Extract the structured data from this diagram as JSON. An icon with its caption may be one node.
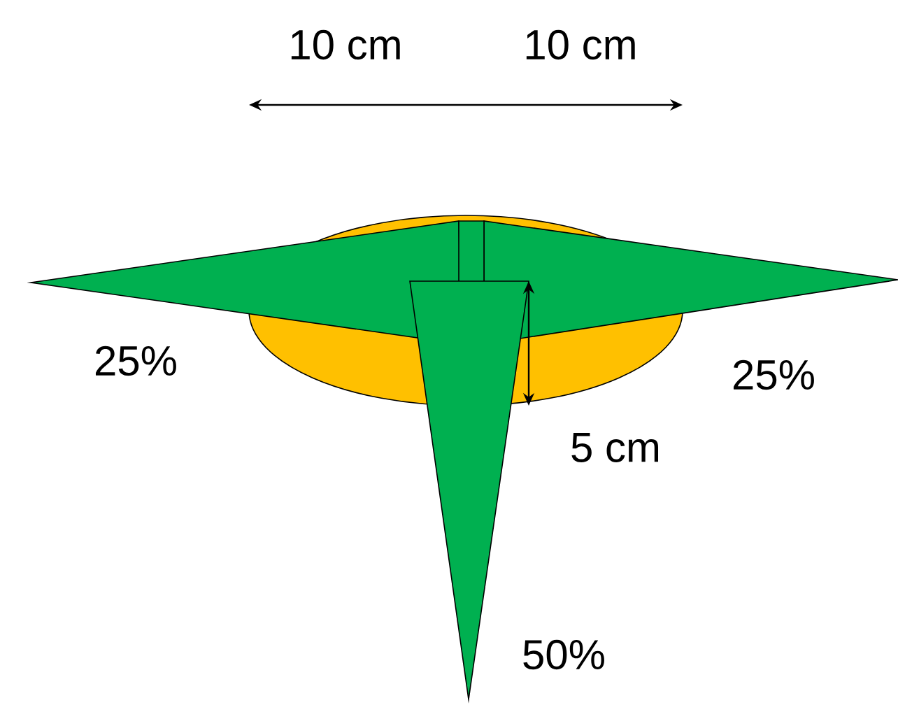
{
  "diagram": {
    "labels": [
      "10 cm",
      "10 cm",
      "25%",
      "25%",
      "5 cm",
      "50%"
    ]
  }
}
